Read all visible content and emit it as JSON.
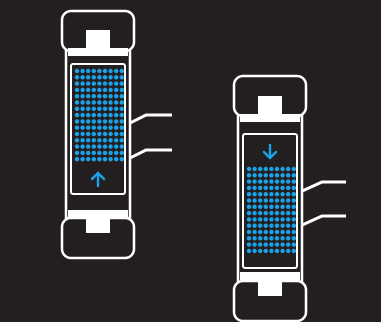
{
  "illustration": {
    "colors": {
      "background": "#231f20",
      "frame": "#ffffff",
      "cap": "#231f20",
      "display": "#231f20",
      "dot": "#1aa3e8",
      "arrow": "#1aa3e8",
      "wire": "#ffffff"
    },
    "icons": {
      "left_arrow": "arrow-up-icon",
      "right_arrow": "arrow-down-icon"
    },
    "devices": [
      {
        "name": "left-device",
        "arrow_direction": "up",
        "dot_columns": 9,
        "dot_rows": 15,
        "wire_count": 2
      },
      {
        "name": "right-device",
        "arrow_direction": "down",
        "dot_columns": 9,
        "dot_rows": 14,
        "wire_count": 2
      }
    ]
  }
}
